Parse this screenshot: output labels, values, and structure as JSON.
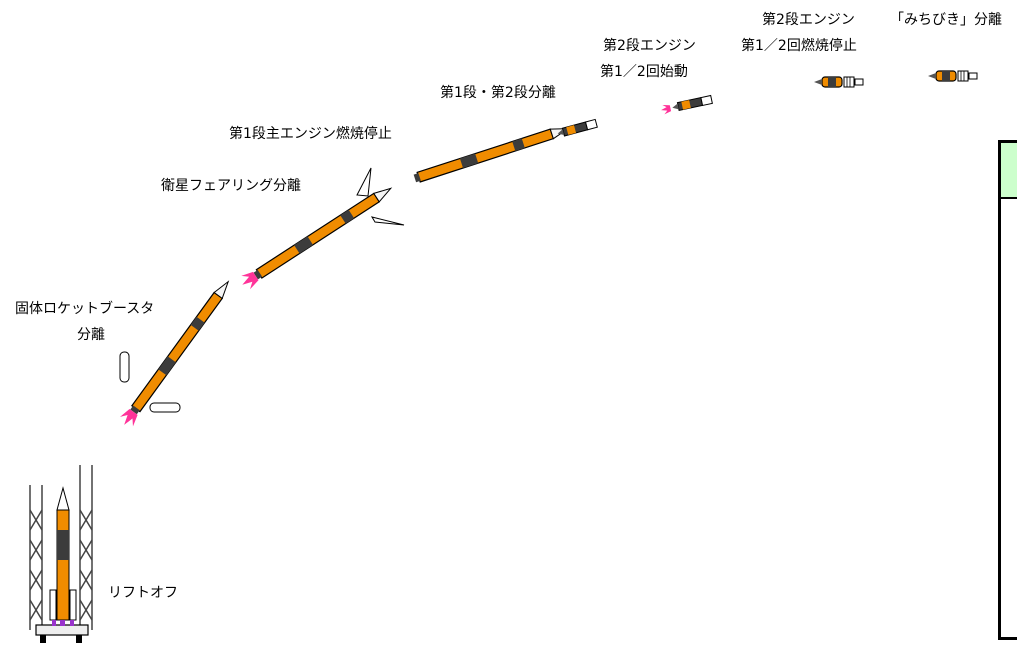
{
  "stages": {
    "liftoff": "リフトオフ",
    "srb_sep_1": "固体ロケットブースタ",
    "srb_sep_2": "分離",
    "fairing_sep": "衛星フェアリング分離",
    "meco": "第1段主エンジン燃焼停止",
    "stage_sep": "第1段・第2段分離",
    "ignition_1": "第2段エンジン",
    "ignition_2": "第1／2回始動",
    "seco_1": "第2段エンジン",
    "seco_2": "第1／2回燃焼停止",
    "payload_sep": "「みちびき」分離"
  },
  "colors": {
    "rocket_body": "#f08c00",
    "rocket_dark": "#3c3c3c",
    "exhaust": "#ff3399",
    "tower": "#555555",
    "panel_header": "#ccffcc"
  }
}
